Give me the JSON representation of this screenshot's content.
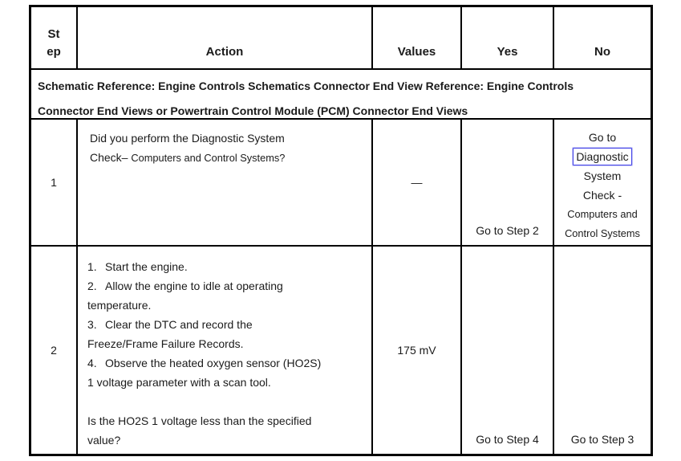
{
  "table": {
    "header": {
      "step_line1": "St",
      "step_line2": "ep",
      "action": "Action",
      "values": "Values",
      "yes": "Yes",
      "no": "No"
    },
    "schematic_note_line1": "Schematic Reference: Engine Controls Schematics Connector End View Reference: Engine Controls",
    "schematic_note_line2": "Connector End Views or Powertrain Control Module (PCM) Connector End Views",
    "rows": [
      {
        "step": "1",
        "action_line1": "Did you perform the Diagnostic System",
        "action_line2_main": "Check–",
        "action_line2_secondary": "Computers and Control Systems?",
        "values": "—",
        "yes": "Go to Step 2",
        "no_line1": "Go to",
        "no_link": "Diagnostic",
        "no_line3": "System",
        "no_line4": "Check -",
        "no_line5": "Computers and",
        "no_line6": "Control Systems"
      },
      {
        "step": "2",
        "action_lines": [
          {
            "n": "1.",
            "t": "Start the engine."
          },
          {
            "n": "2.",
            "t": "Allow the engine to idle at operating"
          },
          {
            "t": "temperature."
          },
          {
            "n": "3.",
            "t": "Clear the DTC and record the"
          },
          {
            "t": "Freeze/Frame Failure Records."
          },
          {
            "n": "4.",
            "t": "Observe the heated oxygen sensor (HO2S)"
          },
          {
            "t": "1 voltage parameter with a scan tool."
          },
          {
            "t": ""
          },
          {
            "t": "Is the HO2S 1 voltage less than the specified"
          },
          {
            "t": "value?"
          }
        ],
        "values": "175 mV",
        "yes": "Go to Step 4",
        "no": "Go to Step 3"
      }
    ],
    "link_box_color": "#4343e8"
  }
}
